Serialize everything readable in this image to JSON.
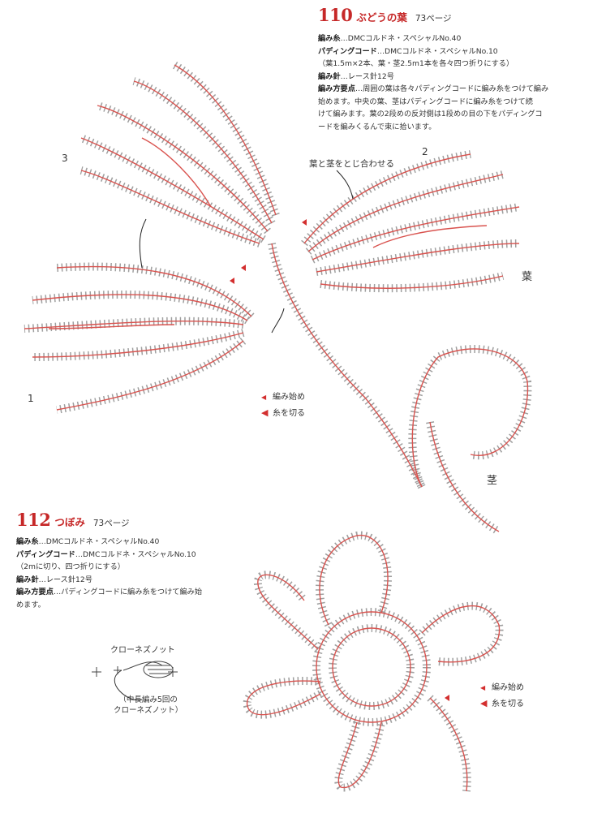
{
  "pattern_110": {
    "number": "110",
    "name": "ぶどうの葉",
    "page_ref": "73ページ",
    "specs": [
      {
        "label": "編み糸",
        "text": "…DMCコルドネ・スペシャルNo.40"
      },
      {
        "label": "パディングコード",
        "text": "…DMCコルドネ・スペシャルNo.10"
      },
      {
        "label": "",
        "text": "（葉1.5m×2本、葉・茎2.5m1本を各々四つ折りにする）"
      },
      {
        "label": "編み針",
        "text": "…レース針12号"
      },
      {
        "label": "編み方要点",
        "text": "…周囲の葉は各々パディングコードに編み糸をつけて編み"
      },
      {
        "label": "",
        "text": "始めます。中央の葉、茎はパディングコードに編み糸をつけて続"
      },
      {
        "label": "",
        "text": "けて編みます。葉の2段めの反対側は1段めの目の下をパディングコ"
      },
      {
        "label": "",
        "text": "ードを編みくるんで束に拾います。"
      }
    ],
    "leaf_labels": [
      "1",
      "2",
      "3"
    ],
    "annotation_join": "葉と茎をとじ合わせる",
    "label_leaf": "葉",
    "label_stem": "茎",
    "legend": {
      "start": "編み始め",
      "cut": "糸を切る"
    }
  },
  "pattern_112": {
    "number": "112",
    "name": "つぼみ",
    "page_ref": "73ページ",
    "specs": [
      {
        "label": "編み糸",
        "text": "…DMCコルドネ・スペシャルNo.40"
      },
      {
        "label": "パディングコード",
        "text": "…DMCコルドネ・スペシャルNo.10"
      },
      {
        "label": "",
        "text": "（2mに切り、四つ折りにする）"
      },
      {
        "label": "編み針",
        "text": "…レース針12号"
      },
      {
        "label": "編み方要点",
        "text": "…パディングコードに編み糸をつけて編み始"
      },
      {
        "label": "",
        "text": "めます。"
      }
    ],
    "knot_title": "クローネズノット",
    "knot_caption": [
      "（中長編み5回の",
      "クローネズノット）"
    ],
    "legend": {
      "start": "編み始め",
      "cut": "糸を切る"
    }
  },
  "colors": {
    "accent_red": "#c62828",
    "cord_red": "#d9534f",
    "stitch": "#555555"
  }
}
